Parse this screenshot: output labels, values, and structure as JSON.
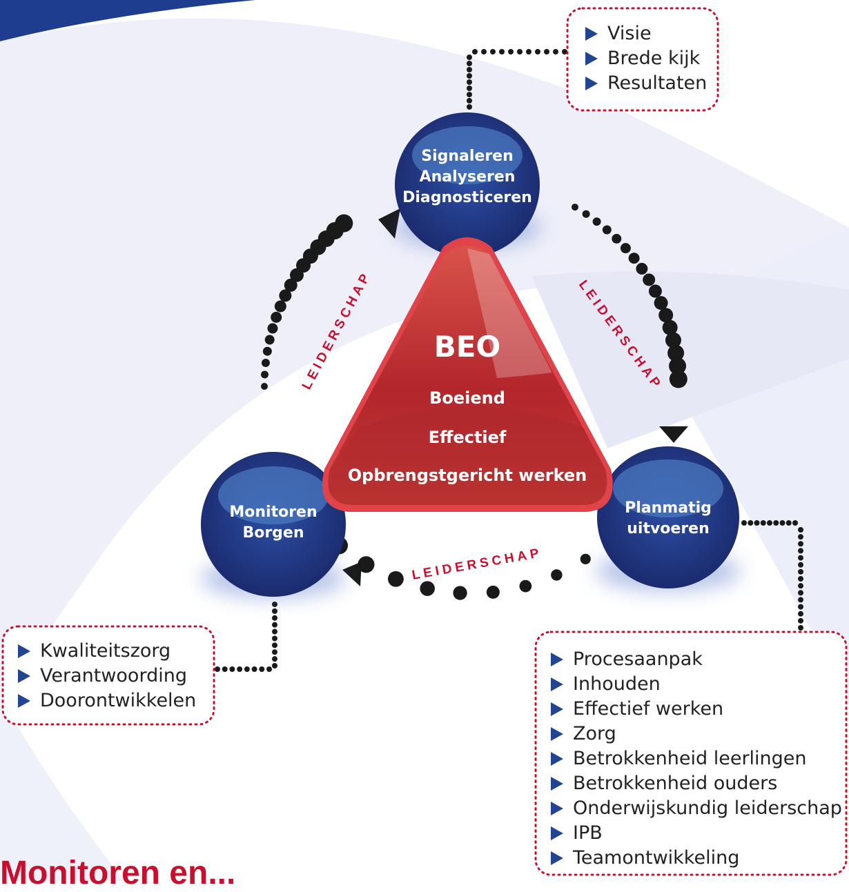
{
  "top_list": [
    "Visie",
    "Brede kijk",
    "Resultaten"
  ],
  "left_list": [
    "Kwaliteitszorg",
    "Verantwoording",
    "Doorontwikkelen"
  ],
  "right_list": [
    "Procesaanpak",
    "Inhouden",
    "Effectief werken",
    "Zorg",
    "Betrokkenheid leerlingen",
    "Betrokkenheid ouders",
    "Onderwijskundig leiderschap",
    "IPB",
    "Teamontwikkeling"
  ],
  "nodes": {
    "top": [
      "Signaleren",
      "Analyseren",
      "Diagnosticeren"
    ],
    "left": [
      "Monitoren",
      "Borgen"
    ],
    "right": [
      "Planmatig",
      "uitvoeren"
    ]
  },
  "center": {
    "title": "BEO",
    "lines": [
      "Boeiend",
      "Effectief",
      "Opbrengstgericht werken"
    ]
  },
  "arc_label": "LEIDERSCHAP",
  "bottom_title": "Monitoren en...",
  "colors": {
    "navy": "#23458f",
    "red": "#c8102e",
    "dots": "#1a1a1a",
    "circle_dark": "#1e2f79",
    "triangle": "#b8262e"
  }
}
